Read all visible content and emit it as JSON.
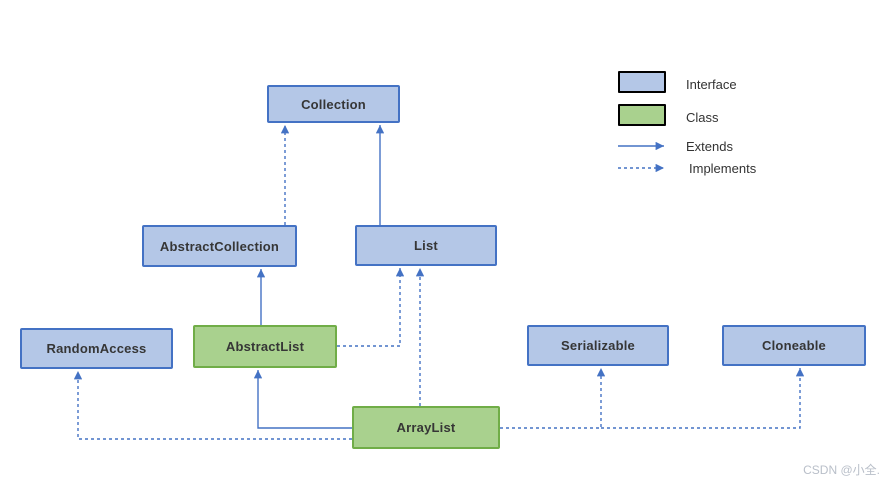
{
  "diagram": {
    "nodes": {
      "collection": {
        "label": "Collection",
        "kind": "interface"
      },
      "abstractCollection": {
        "label": "AbstractCollection",
        "kind": "interface"
      },
      "list": {
        "label": "List",
        "kind": "interface"
      },
      "randomAccess": {
        "label": "RandomAccess",
        "kind": "interface"
      },
      "abstractList": {
        "label": "AbstractList",
        "kind": "class"
      },
      "serializable": {
        "label": "Serializable",
        "kind": "interface"
      },
      "cloneable": {
        "label": "Cloneable",
        "kind": "interface"
      },
      "arrayList": {
        "label": "ArrayList",
        "kind": "class"
      }
    },
    "edges": [
      {
        "from": "AbstractCollection",
        "to": "Collection",
        "relation": "implements"
      },
      {
        "from": "List",
        "to": "Collection",
        "relation": "extends"
      },
      {
        "from": "AbstractList",
        "to": "AbstractCollection",
        "relation": "extends"
      },
      {
        "from": "AbstractList",
        "to": "List",
        "relation": "implements"
      },
      {
        "from": "ArrayList",
        "to": "List",
        "relation": "implements"
      },
      {
        "from": "ArrayList",
        "to": "AbstractList",
        "relation": "extends"
      },
      {
        "from": "ArrayList",
        "to": "RandomAccess",
        "relation": "implements"
      },
      {
        "from": "ArrayList",
        "to": "Serializable",
        "relation": "implements"
      },
      {
        "from": "ArrayList",
        "to": "Cloneable",
        "relation": "implements"
      }
    ],
    "legend": {
      "interface": "Interface",
      "class": "Class",
      "extends": "Extends",
      "implements": "Implements"
    },
    "colors": {
      "interface_fill": "#b4c7e7",
      "interface_border": "#4472c4",
      "class_fill": "#a9d18e",
      "class_border": "#70ad47",
      "edge": "#4472c4"
    }
  },
  "watermark": "CSDN @小全."
}
